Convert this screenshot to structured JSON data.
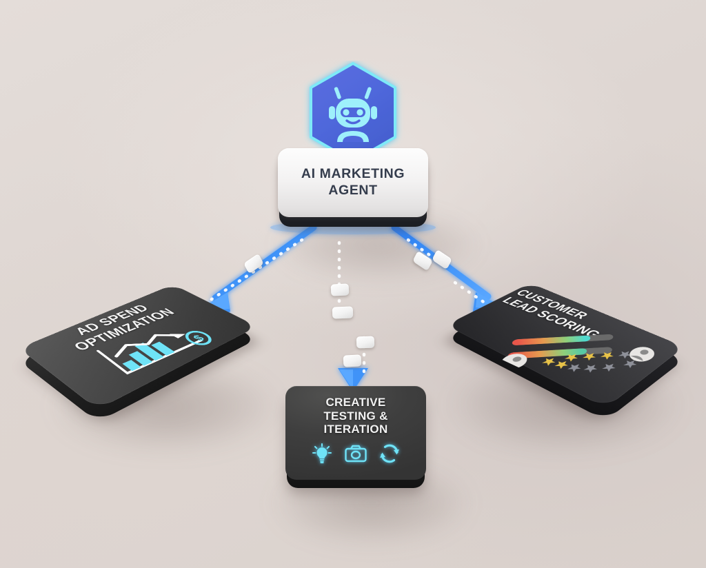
{
  "scene": {
    "title": "AI Marketing Agent distribution diagram",
    "background_color": "#ded6d2",
    "accent_blue": "#3b8ef5",
    "accent_cyan": "#7ee8f5",
    "hex_fill": "#5167d8",
    "card_dark": "#3d3d3d",
    "text_dark": "#353d4d"
  },
  "hub": {
    "label": "AI MARKETING\nAGENT",
    "icon": "robot-icon",
    "badge_shape": "hexagon"
  },
  "nodes": [
    {
      "id": "ad-spend-optimization",
      "title": "AD SPEND\nOPTIMIZATION",
      "icons": [
        "bar-chart-icon",
        "trend-arrow-icon",
        "dollar-coin-icon"
      ]
    },
    {
      "id": "creative-testing-iteration",
      "title": "CREATIVE\nTESTING &\nITERATION",
      "icons": [
        "lightbulb-icon",
        "camera-icon",
        "refresh-icon"
      ]
    },
    {
      "id": "customer-lead-scoring",
      "title": "CUSTOMER\nLEAD SCORING",
      "icons": [
        "score-bar-icon",
        "score-bar-icon",
        "star-rating-icon",
        "avatar-icon",
        "avatar-icon"
      ],
      "score_bars": [
        {
          "fill_percent": 72,
          "gradient": [
            "#e8564a",
            "#e79a4f",
            "#8fcf7a",
            "#4fd8cf"
          ],
          "track": "#6a6a6a"
        },
        {
          "fill_percent": 70,
          "gradient": [
            "#e8564a",
            "#e79a4f",
            "#8fcf7a",
            "#58c9a4"
          ],
          "track": "#6a6a6a"
        }
      ],
      "star_rows": [
        {
          "filled": 3,
          "total": 5,
          "filled_color": "#e8c349",
          "empty_color": "#8e9099"
        },
        {
          "filled": 3,
          "total": 5,
          "filled_color": "#e8c349",
          "empty_color": "#8e9099"
        }
      ]
    }
  ],
  "connectors": [
    {
      "id": "hub-to-ad-spend",
      "direction": "down-left",
      "style": "solid-arrow-with-dotted-trail",
      "color": "#3b8ef5"
    },
    {
      "id": "hub-to-creative-testing",
      "direction": "down",
      "style": "solid-arrow-with-dotted-trail",
      "color": "#3b8ef5"
    },
    {
      "id": "hub-to-lead-scoring",
      "direction": "down-right",
      "style": "solid-arrow-with-dotted-trail",
      "color": "#3b8ef5"
    }
  ]
}
